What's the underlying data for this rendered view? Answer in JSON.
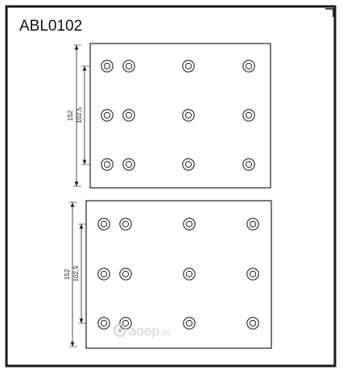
{
  "title": "ABL0102",
  "plates": [
    {
      "id": "top",
      "dims": {
        "outer": "152",
        "inner": "102,5"
      },
      "hole_rows": 3,
      "hole_cols": 4
    },
    {
      "id": "bottom",
      "dims": {
        "outer": "152",
        "inner": "102,5"
      },
      "hole_rows": 3,
      "hole_cols": 4
    }
  ],
  "watermark": {
    "text": "aoep",
    "suffix": ".ru"
  },
  "colors": {
    "frame": "#1a1a1a",
    "plate_border": "#222222",
    "plate_fill": "#ffffff",
    "watermark": "#d2d2d2"
  }
}
